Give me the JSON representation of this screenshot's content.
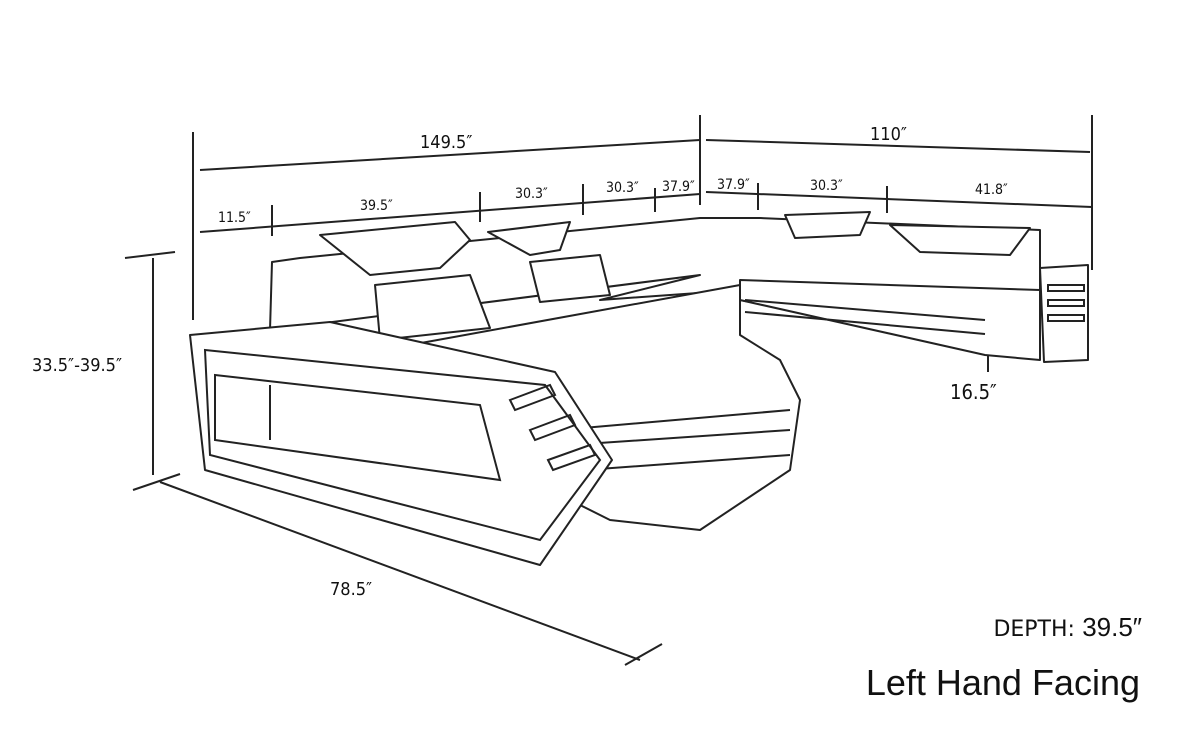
{
  "dimensions": {
    "left_total": "149.5″",
    "right_total": "110″",
    "segments": [
      "11.5″",
      "39.5″",
      "30.3″",
      "30.3″",
      "37.9″",
      "37.9″",
      "30.3″",
      "41.8″"
    ],
    "height": "33.5″-39.5″",
    "seat_height": "16.5″",
    "chaise_length": "78.5″"
  },
  "depth": {
    "label": "DEPTH:",
    "value": "39.5″"
  },
  "orientation": "Left Hand Facing"
}
